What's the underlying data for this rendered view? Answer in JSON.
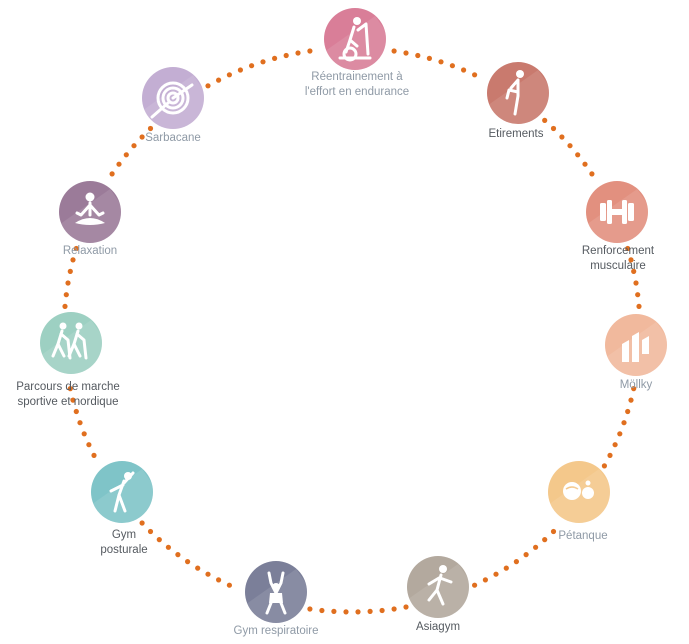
{
  "activities": [
    {
      "id": "reentrainement",
      "icon": "elliptical-trainer-icon",
      "color": "#d97e98",
      "label_color": "#8f9aa6",
      "label_lines": [
        "Réentrainement à",
        "l'effort en endurance"
      ]
    },
    {
      "id": "etirements",
      "icon": "stretching-person-icon",
      "color": "#c97a6e",
      "label_color": "#555a60",
      "label_lines": [
        "Etirements"
      ]
    },
    {
      "id": "renforcement",
      "icon": "dumbbell-icon",
      "color": "#e2907f",
      "label_color": "#555a60",
      "label_lines": [
        "Renforcement",
        "musculaire"
      ]
    },
    {
      "id": "mollky",
      "icon": "mollky-pins-icon",
      "color": "#f1b99d",
      "label_color": "#8f9aa6",
      "label_lines": [
        "Möllky"
      ]
    },
    {
      "id": "petanque",
      "icon": "petanque-balls-icon",
      "color": "#f4c88b",
      "label_color": "#8f9aa6",
      "label_lines": [
        "Pétanque"
      ]
    },
    {
      "id": "asiagym",
      "icon": "asiagym-pose-icon",
      "color": "#b3a99e",
      "label_color": "#555a60",
      "label_lines": [
        "Asiagym"
      ]
    },
    {
      "id": "gym-respiratoire",
      "icon": "breathing-exercise-icon",
      "color": "#7b7f99",
      "label_color": "#8f9aa6",
      "label_lines": [
        "Gym respiratoire"
      ]
    },
    {
      "id": "gym-posturale",
      "icon": "side-bend-icon",
      "color": "#7fc4c8",
      "label_color": "#555a60",
      "label_lines": [
        "Gym",
        "posturale"
      ]
    },
    {
      "id": "marche",
      "icon": "nordic-walkers-icon",
      "color": "#9dd0c2",
      "label_color": "#555a60",
      "label_lines": [
        "Parcours de marche",
        "sportive et nordique"
      ]
    },
    {
      "id": "relaxation",
      "icon": "meditation-icon",
      "color": "#9b7b99",
      "label_color": "#8f9aa6",
      "label_lines": [
        "Relaxation"
      ]
    },
    {
      "id": "sarbacane",
      "icon": "target-dart-icon",
      "color": "#c3aed3",
      "label_color": "#8f9aa6",
      "label_lines": [
        "Sarbacane"
      ]
    }
  ],
  "ring": {
    "dot_color": "#e06f1f"
  }
}
